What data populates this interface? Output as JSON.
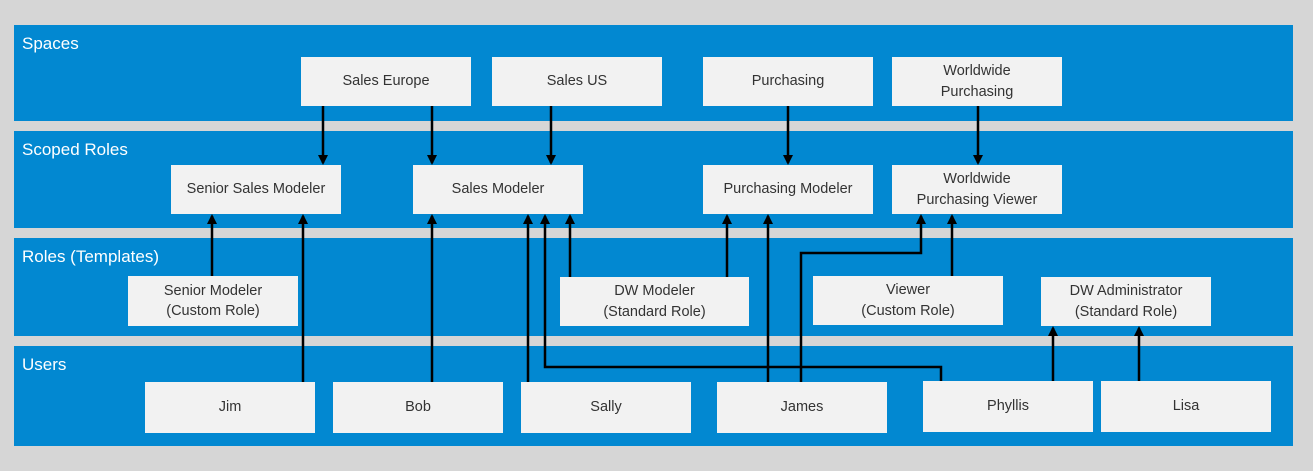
{
  "bands": {
    "spaces": "Spaces",
    "scoped_roles": "Scoped Roles",
    "roles": "Roles (Templates)",
    "users": "Users"
  },
  "spaces": {
    "sales_europe": "Sales Europe",
    "sales_us": "Sales US",
    "purchasing": "Purchasing",
    "worldwide_purchasing": "Worldwide\nPurchasing"
  },
  "scoped_roles": {
    "senior_sales_modeler": "Senior Sales Modeler",
    "sales_modeler": "Sales Modeler",
    "purchasing_modeler": "Purchasing Modeler",
    "worldwide_purchasing_viewer": "Worldwide\nPurchasing Viewer"
  },
  "roles": {
    "senior_modeler": "Senior Modeler\n(Custom Role)",
    "dw_modeler": "DW Modeler\n(Standard Role)",
    "viewer": "Viewer\n(Custom Role)",
    "dw_administrator": "DW Administrator\n(Standard Role)"
  },
  "users": {
    "jim": "Jim",
    "bob": "Bob",
    "sally": "Sally",
    "james": "James",
    "phyllis": "Phyllis",
    "lisa": "Lisa"
  },
  "colors": {
    "band": "#0288d1",
    "background": "#d6d6d6",
    "box": "#f2f2f2",
    "arrow": "#000000"
  }
}
